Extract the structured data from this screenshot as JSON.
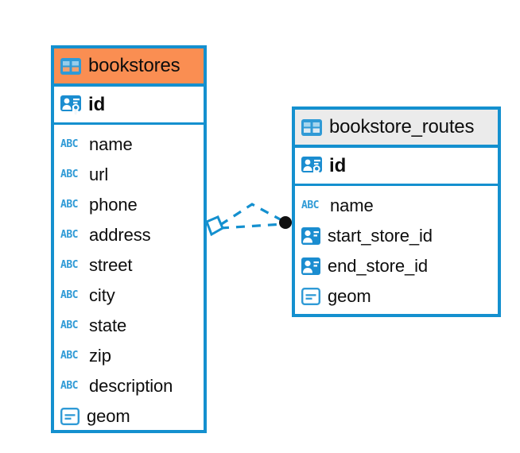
{
  "diagram": {
    "kind": "entity-relationship-diagram",
    "background": "#ffffff",
    "accent_blue": "#1490cf",
    "header_orange": "#fa8e52",
    "header_grey": "#ebebeb",
    "icon_blue": "#2f9ad6",
    "endpoint_black": "#101010"
  },
  "entities": [
    {
      "name": "bookstores",
      "header_icon": "table-icon",
      "header_style": "orange",
      "primary_key": {
        "label": "id",
        "icon": "primary-key-icon"
      },
      "fields": [
        {
          "label": "name",
          "icon": "abc-text-icon",
          "icon_text": "ABC"
        },
        {
          "label": "url",
          "icon": "abc-text-icon",
          "icon_text": "ABC"
        },
        {
          "label": "phone",
          "icon": "abc-text-icon",
          "icon_text": "ABC"
        },
        {
          "label": "address",
          "icon": "abc-text-icon",
          "icon_text": "ABC"
        },
        {
          "label": "street",
          "icon": "abc-text-icon",
          "icon_text": "ABC"
        },
        {
          "label": "city",
          "icon": "abc-text-icon",
          "icon_text": "ABC"
        },
        {
          "label": "state",
          "icon": "abc-text-icon",
          "icon_text": "ABC"
        },
        {
          "label": "zip",
          "icon": "abc-text-icon",
          "icon_text": "ABC"
        },
        {
          "label": "description",
          "icon": "abc-text-icon",
          "icon_text": "ABC"
        },
        {
          "label": "geom",
          "icon": "geometry-icon",
          "icon_text": ""
        }
      ]
    },
    {
      "name": "bookstore_routes",
      "header_icon": "table-icon",
      "header_style": "grey",
      "primary_key": {
        "label": "id",
        "icon": "primary-key-icon"
      },
      "fields": [
        {
          "label": "name",
          "icon": "abc-text-icon",
          "icon_text": "ABC"
        },
        {
          "label": "start_store_id",
          "icon": "foreign-key-icon",
          "icon_text": ""
        },
        {
          "label": "end_store_id",
          "icon": "foreign-key-icon",
          "icon_text": ""
        },
        {
          "label": "geom",
          "icon": "geometry-icon",
          "icon_text": ""
        }
      ]
    }
  ],
  "relationship": {
    "from": "bookstores",
    "to": "bookstore_routes",
    "line_style": "dashed",
    "source_marker": "polygon-marker",
    "target_marker": "filled-circle-marker",
    "branches": 2
  }
}
